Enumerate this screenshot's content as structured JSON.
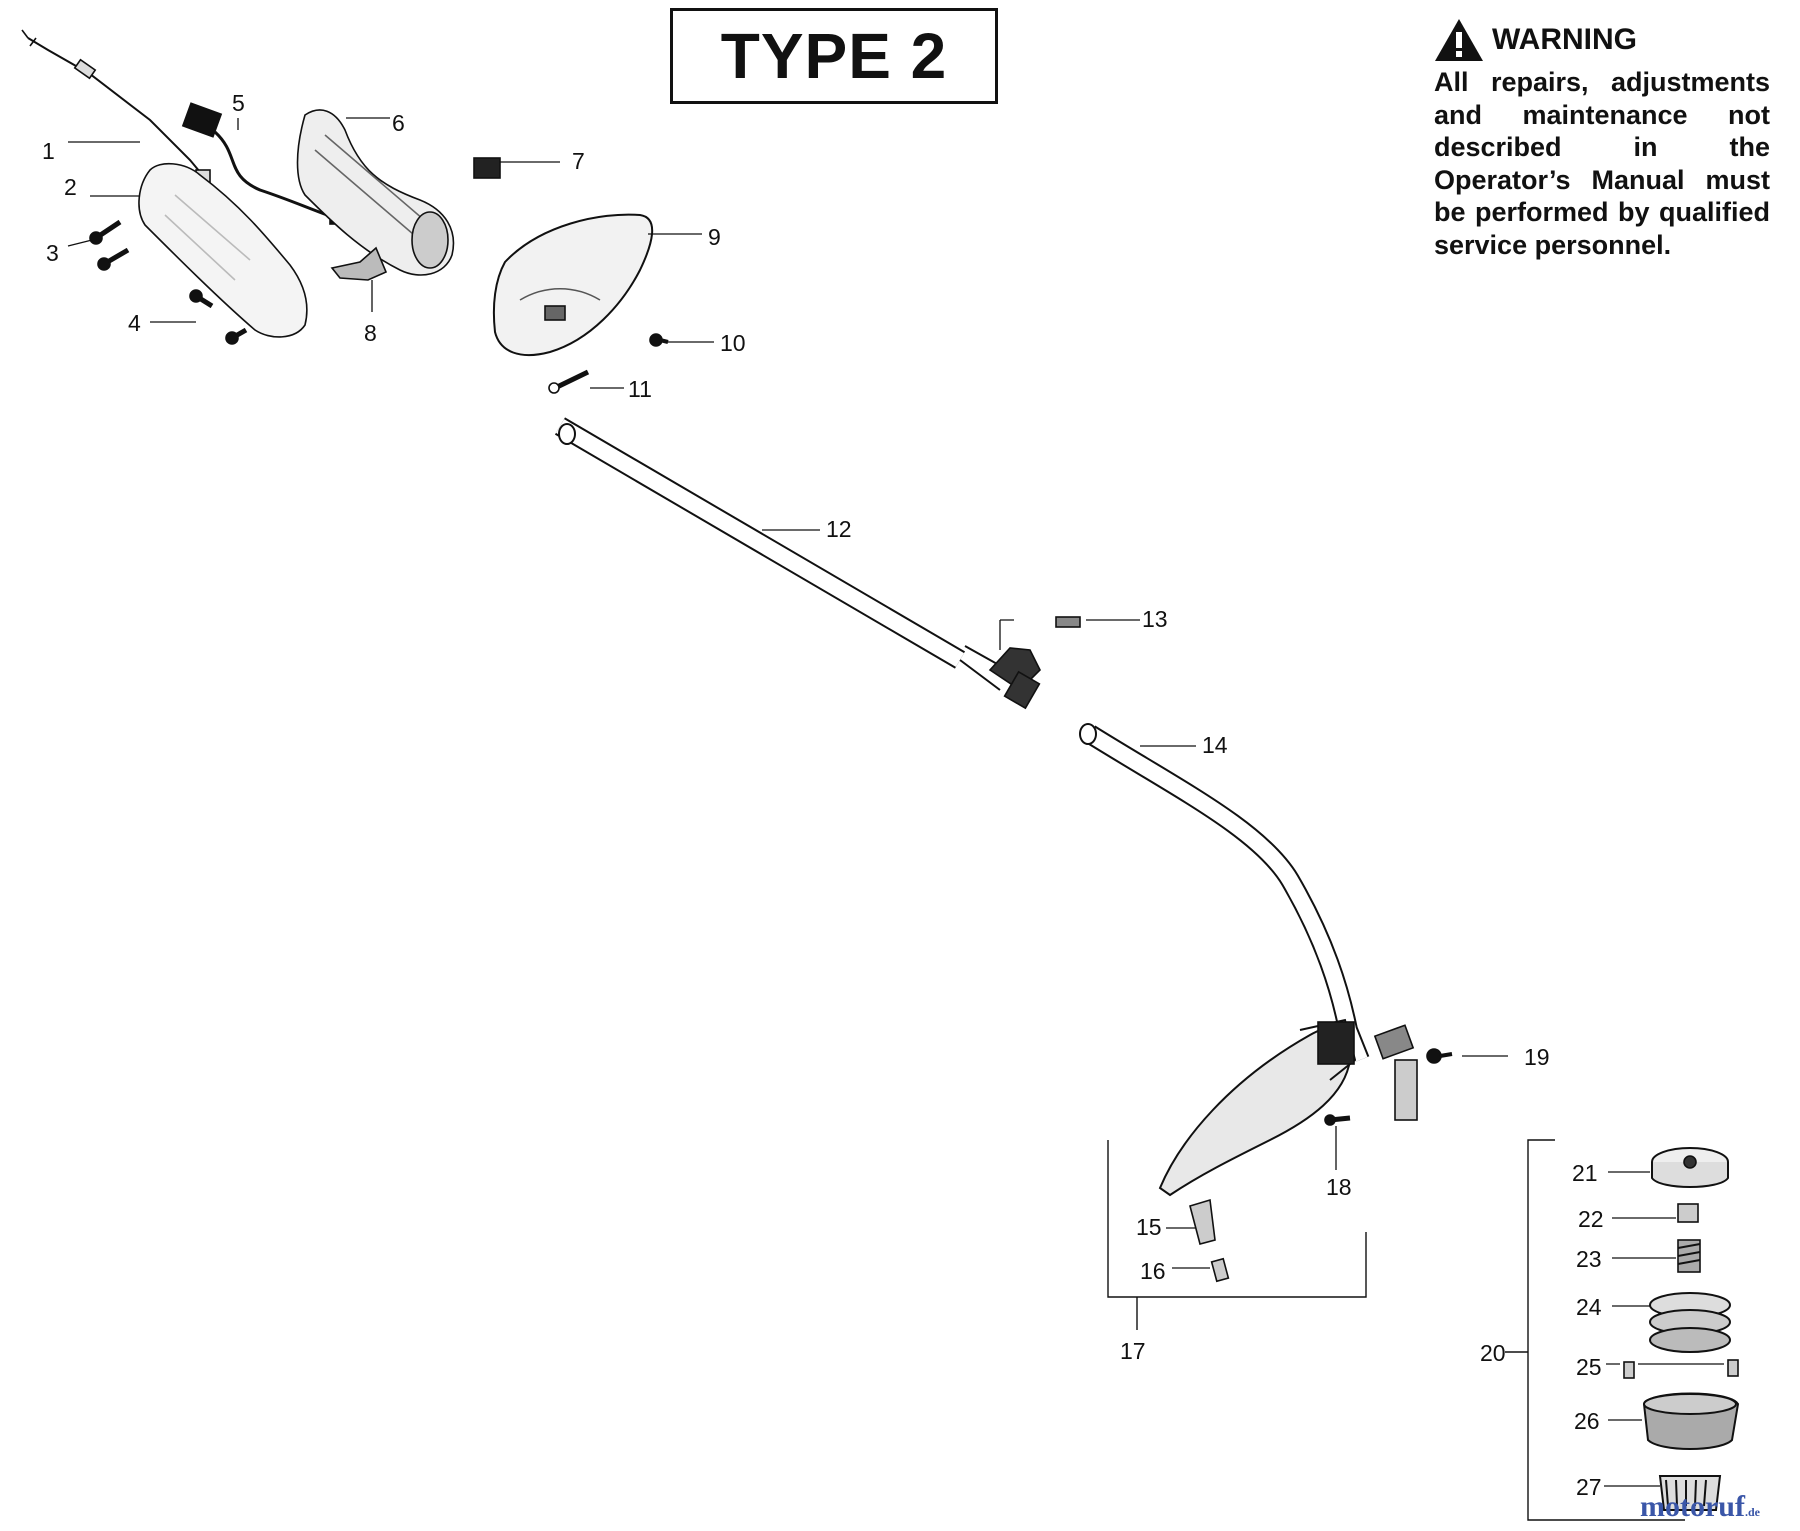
{
  "title": "TYPE 2",
  "warning": {
    "heading": "WARNING",
    "body": "All repairs, adjustments and maintenance not described in the Operator’s Manual must be performed by qualified service personnel."
  },
  "callouts": [
    "1",
    "2",
    "3",
    "4",
    "5",
    "6",
    "7",
    "8",
    "9",
    "10",
    "11",
    "12",
    "13",
    "14",
    "15",
    "16",
    "17",
    "18",
    "19",
    "20",
    "21",
    "22",
    "23",
    "24",
    "25",
    "26",
    "27"
  ],
  "watermark": {
    "text": "motoruf",
    "suffix": ".de"
  }
}
